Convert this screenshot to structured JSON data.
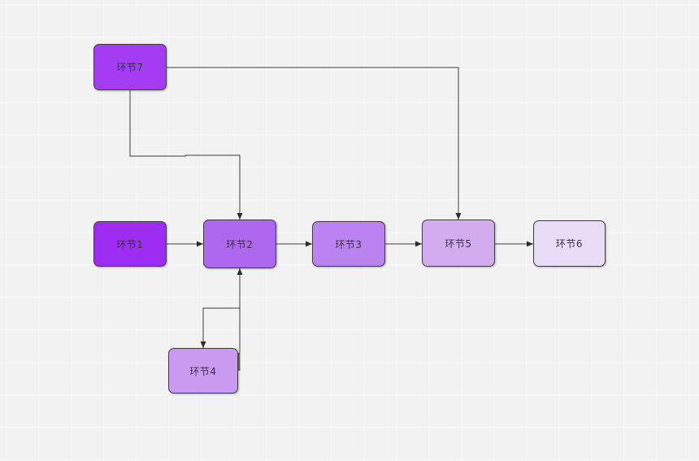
{
  "canvas": {
    "background_color": "#f2f2f3",
    "grid_color": "#f7f7f9",
    "stroke_color": "#3f3f3f",
    "text_color": "#38313f"
  },
  "nodes": [
    {
      "id": "n1",
      "label": "环节1",
      "fill": "#9d2df0"
    },
    {
      "id": "n2",
      "label": "环节2",
      "fill": "#ae68f0"
    },
    {
      "id": "n3",
      "label": "环节3",
      "fill": "#bb83f0"
    },
    {
      "id": "n4",
      "label": "环节4",
      "fill": "#c89bf0"
    },
    {
      "id": "n5",
      "label": "环节5",
      "fill": "#d1adf0"
    },
    {
      "id": "n6",
      "label": "环节6",
      "fill": "#e8dcf6"
    },
    {
      "id": "n7",
      "label": "环节7",
      "fill": "#a43cf2"
    }
  ],
  "edges": [
    {
      "from": "环节1",
      "to": "环节2"
    },
    {
      "from": "环节2",
      "to": "环节3"
    },
    {
      "from": "环节3",
      "to": "环节5"
    },
    {
      "from": "环节5",
      "to": "环节6"
    },
    {
      "from": "环节7",
      "to": "环节2"
    },
    {
      "from": "环节7",
      "to": "环节5"
    },
    {
      "from": "环节2",
      "to": "环节4"
    },
    {
      "from": "环节4",
      "to": "环节2"
    }
  ]
}
